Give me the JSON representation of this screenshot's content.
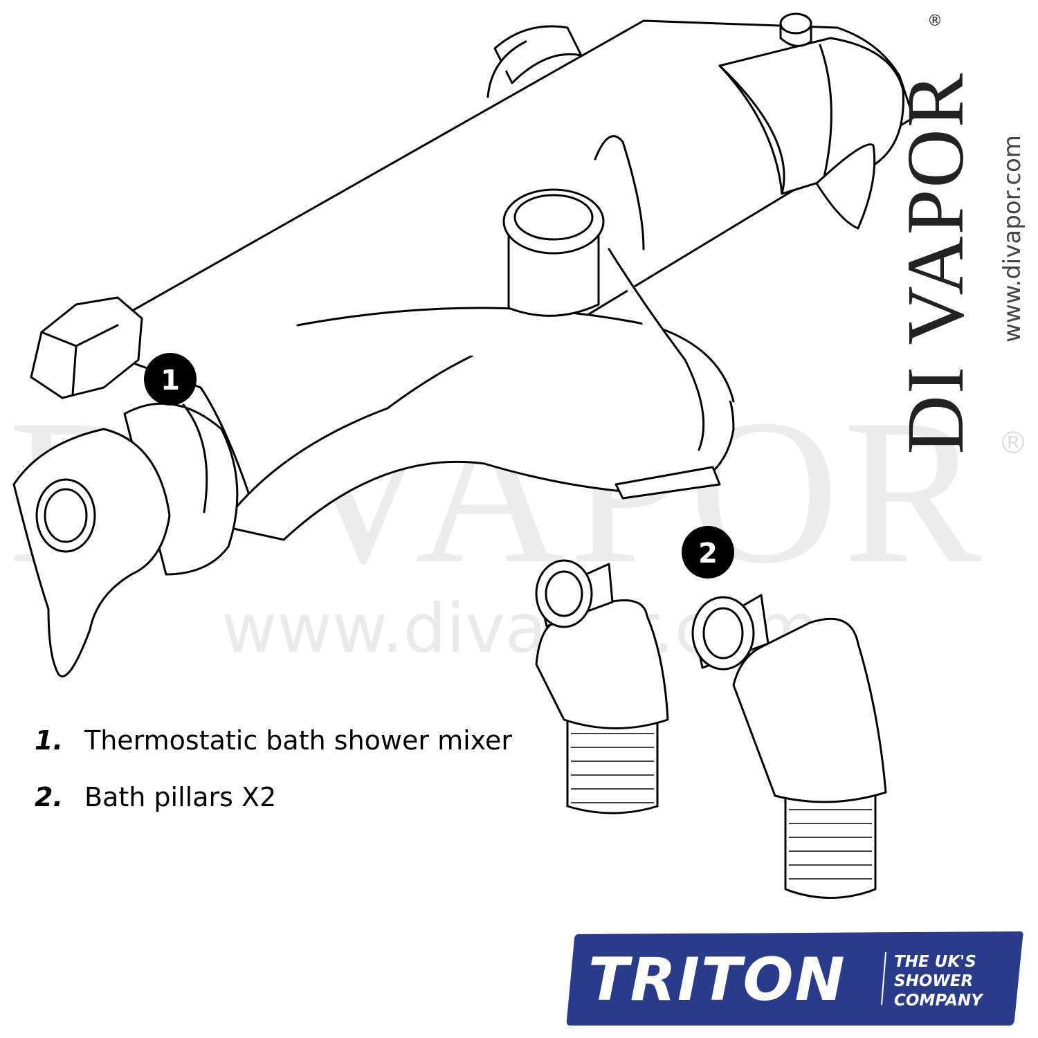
{
  "watermark": {
    "brand": "DI VAPOR",
    "registered": "®",
    "url": "www.divapor.com"
  },
  "brand_mark": {
    "name": "DI VAPOR",
    "registered": "®",
    "url": "www.divapor.com"
  },
  "callouts": [
    {
      "number": "1"
    },
    {
      "number": "2"
    }
  ],
  "legend": [
    {
      "number": "1.",
      "text": "Thermostatic bath shower mixer"
    },
    {
      "number": "2.",
      "text": "Bath pillars X2"
    }
  ],
  "logo": {
    "name": "TRITON",
    "tagline": [
      "THE UK'S",
      "SHOWER",
      "COMPANY"
    ],
    "color": "#2b3b8c"
  }
}
